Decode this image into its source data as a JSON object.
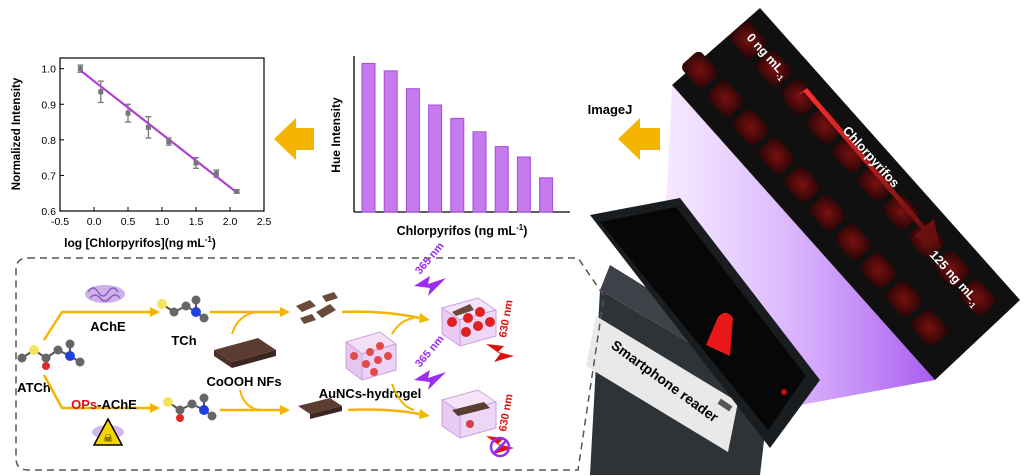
{
  "scatter_plot": {
    "ylabel": "Normalized Intensity",
    "xlabel": "log [Chlorpyrifos](ng mL",
    "xlabel_sup": "-1",
    "xlabel_close": ")",
    "x_ticks": [
      "-0.5",
      "0.0",
      "0.5",
      "1.0",
      "1.5",
      "2.0",
      "2.5"
    ],
    "y_ticks": [
      "0.6",
      "0.7",
      "0.8",
      "0.9",
      "1.0"
    ]
  },
  "bar_plot": {
    "ylabel": "Hue Intensity",
    "xlabel": "Chlorpyrifos (ng mL",
    "xlabel_sup": "-1",
    "xlabel_close": ")"
  },
  "imagej_label": "ImageJ",
  "strip": {
    "top_label": "0 ng mL",
    "top_sup": "-1",
    "arrow_label": "Chlorpyrifos",
    "bottom_label": "125 ng mL",
    "bottom_sup": "-1"
  },
  "reader_label": "Smartphone reader",
  "scheme": {
    "atch": "ATCh",
    "ache": "AChE",
    "tch": "TCh",
    "ops": "OPs",
    "ops_ache_suffix": "-AChE",
    "cooh": "CoOOH NFs",
    "hydrogel": "AuNCs-hydrogel",
    "uv_top": "365 nm",
    "red_top": "630 nm",
    "uv_bottom": "365 nm",
    "red_bottom": "630 nm"
  },
  "chart_data": [
    {
      "type": "scatter",
      "x": [
        -0.2,
        0.1,
        0.5,
        0.8,
        1.1,
        1.5,
        1.8,
        2.1
      ],
      "y": [
        1.0,
        0.935,
        0.875,
        0.835,
        0.795,
        0.735,
        0.705,
        0.655
      ],
      "yerr": [
        0.01,
        0.03,
        0.025,
        0.03,
        0.01,
        0.015,
        0.01,
        0.005
      ],
      "fit_line": {
        "x": [
          -0.2,
          2.1
        ],
        "y": [
          0.995,
          0.652
        ]
      },
      "xlim": [
        -0.5,
        2.5
      ],
      "ylim": [
        0.6,
        1.03
      ],
      "xlabel": "log [Chlorpyrifos](ng mL-1)",
      "ylabel": "Normalized Intensity",
      "colors": {
        "line": "#b040d0",
        "points": "#777777"
      }
    },
    {
      "type": "bar",
      "values": [
        1.0,
        0.95,
        0.83,
        0.72,
        0.63,
        0.54,
        0.44,
        0.37,
        0.23
      ],
      "ylim": [
        0,
        1.05
      ],
      "xlabel": "Chlorpyrifos (ng mL-1)",
      "ylabel": "Hue Intensity",
      "colors": {
        "bar": "#c77aee",
        "bar_edge": "#a24ed8"
      }
    }
  ],
  "colors": {
    "arrow_orange": "#f5b400",
    "ops_red": "#e01010",
    "uv_purple": "#9a2cf0",
    "red_label": "#e01010",
    "strip_bg": "#101010",
    "led_red": "#e8171a"
  }
}
